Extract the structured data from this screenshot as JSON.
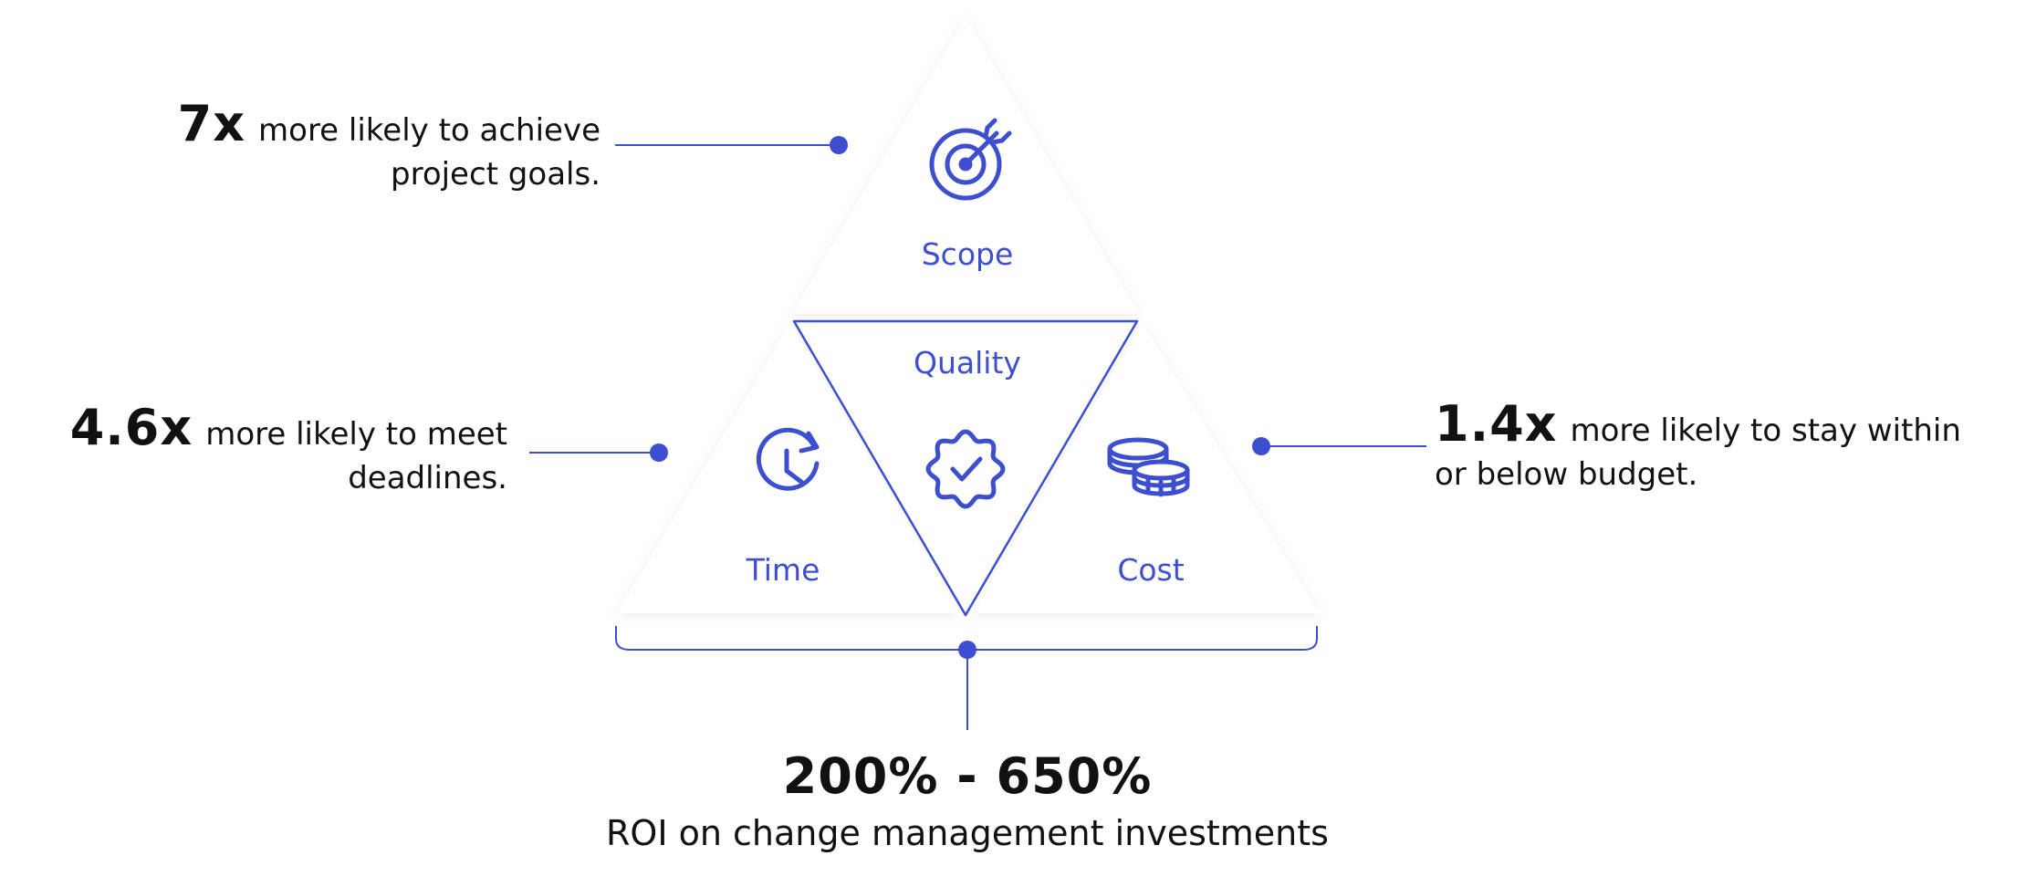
{
  "colors": {
    "accent": "#3d4fcf",
    "text": "#111111",
    "shadow": "#e6e6ee"
  },
  "segments": {
    "scope": {
      "label": "Scope",
      "icon": "target-icon"
    },
    "quality": {
      "label": "Quality",
      "icon": "badge-check-icon"
    },
    "time": {
      "label": "Time",
      "icon": "clock-icon"
    },
    "cost": {
      "label": "Cost",
      "icon": "coins-icon"
    }
  },
  "stats": {
    "scope": {
      "value": "7x",
      "text": "more likely to achieve project goals."
    },
    "time": {
      "value": "4.6x",
      "text": "more likely to meet deadlines."
    },
    "cost": {
      "value": "1.4x",
      "text": "more likely to stay within or below budget."
    }
  },
  "roi": {
    "value": "200% - 650%",
    "label": "ROI on change management investments"
  }
}
